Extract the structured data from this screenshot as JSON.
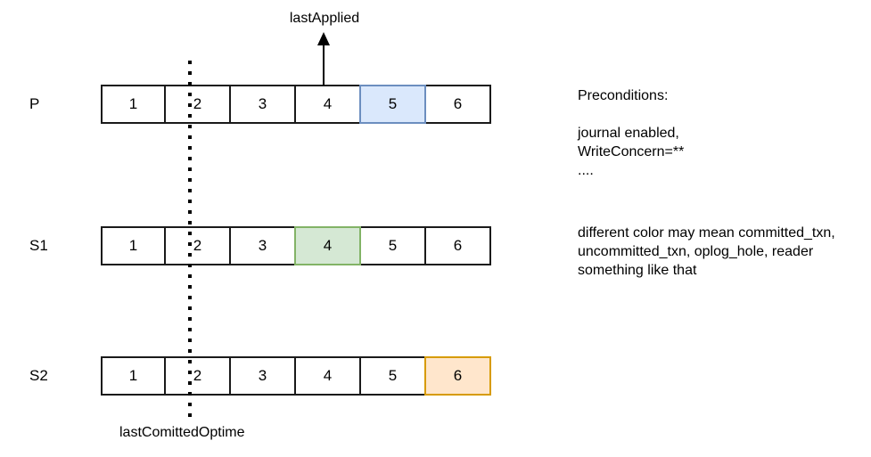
{
  "diagram": {
    "last_applied_label": "lastApplied",
    "last_committed_label": "lastComittedOptime",
    "rows": [
      {
        "label": "P",
        "cells": [
          "1",
          "2",
          "3",
          "4",
          "5",
          "6"
        ]
      },
      {
        "label": "S1",
        "cells": [
          "1",
          "2",
          "3",
          "4",
          "5",
          "6"
        ]
      },
      {
        "label": "S2",
        "cells": [
          "1",
          "2",
          "3",
          "4",
          "5",
          "6"
        ]
      }
    ],
    "highlights": [
      {
        "row": "P",
        "cell": "5",
        "color": "blue"
      },
      {
        "row": "S1",
        "cell": "4",
        "color": "green"
      },
      {
        "row": "S2",
        "cell": "6",
        "color": "orange"
      }
    ]
  },
  "notes": {
    "preconditions": {
      "lines": [
        "Preconditions:",
        "",
        "journal enabled,",
        "WriteConcern=**",
        "...."
      ]
    },
    "legend": {
      "lines": [
        "different color may mean committed_txn,",
        "uncommitted_txn, oplog_hole, reader",
        "something like that"
      ]
    }
  },
  "colors": {
    "blue_fill": "#dae8fc",
    "blue_border": "#6c8ebf",
    "green_fill": "#d5e8d4",
    "green_border": "#82b366",
    "orange_fill": "#ffe6cc",
    "orange_border": "#d79b00",
    "cell_border": "#1a1a1a",
    "line": "#000000"
  }
}
